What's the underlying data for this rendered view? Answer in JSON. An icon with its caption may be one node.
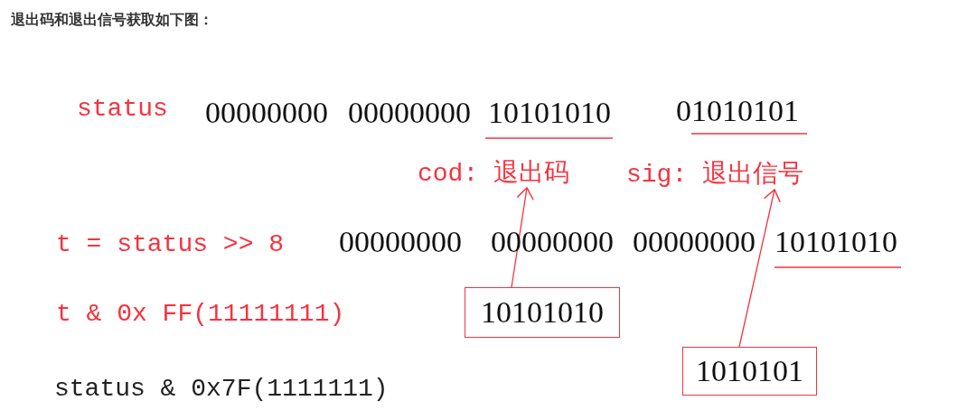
{
  "diagram": {
    "title": "退出码和退出信号获取如下图：",
    "nodes": [
      {
        "text": [
          "cod: 退出码"
        ]
      },
      {
        "text": [
          "sig: 退出信号"
        ]
      },
      {
        "text": [
          "10101010"
        ]
      },
      {
        "text": [
          "1010101"
        ]
      }
    ],
    "edges": [
      {
        "from": 2,
        "to": 0,
        "arrow": "to"
      },
      {
        "from": 3,
        "to": 1,
        "arrow": "to"
      }
    ],
    "labels": [
      "status",
      "00000000",
      "00000000",
      "10101010",
      "01010101",
      "t = status >> 8",
      "00000000",
      "00000000",
      "00000000",
      "10101010",
      "t & 0x FF(11111111)",
      "status & 0x7F(1111111)"
    ]
  }
}
